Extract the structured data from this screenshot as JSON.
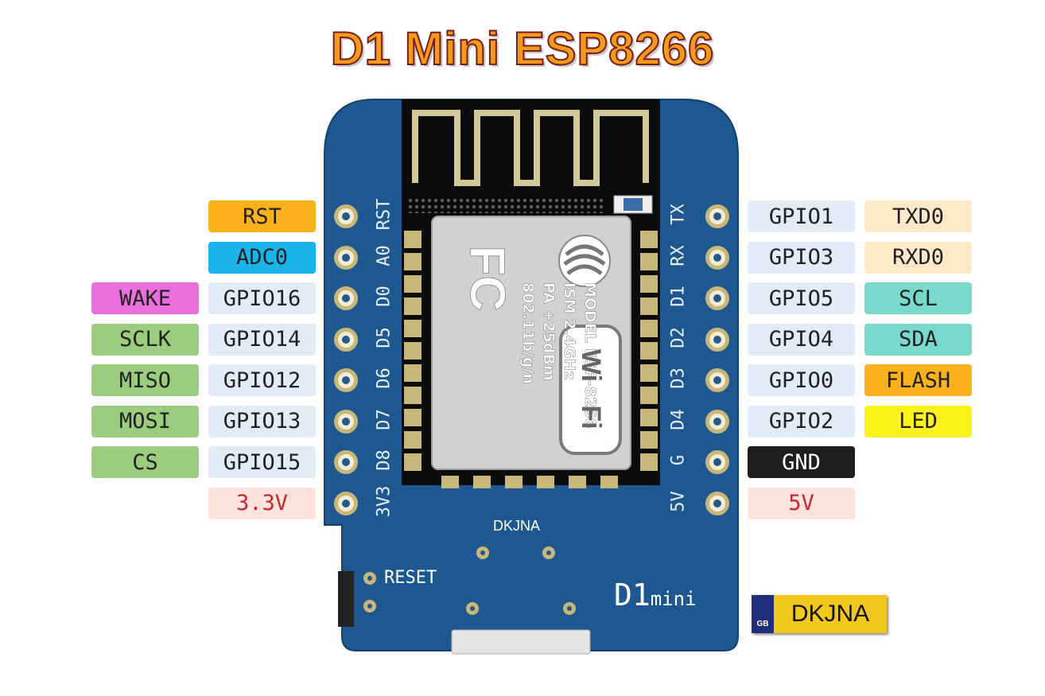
{
  "title": "D1 Mini ESP8266",
  "left_pins": [
    {
      "silk": "RST",
      "gpio": "",
      "func": "RST",
      "func_color": "#fbb11c",
      "gpio_color": ""
    },
    {
      "silk": "A0",
      "gpio": "",
      "func": "ADC0",
      "func_color": "#18b4ea",
      "gpio_color": ""
    },
    {
      "silk": "D0",
      "gpio": "GPIO16",
      "func": "WAKE",
      "func_color": "#ea6fdc",
      "gpio_color": "#e2ecf6"
    },
    {
      "silk": "D5",
      "gpio": "GPIO14",
      "func": "SCLK",
      "func_color": "#9ccd7e",
      "gpio_color": "#e2ecf6"
    },
    {
      "silk": "D6",
      "gpio": "GPIO12",
      "func": "MISO",
      "func_color": "#9ccd7e",
      "gpio_color": "#e2ecf6"
    },
    {
      "silk": "D7",
      "gpio": "GPIO13",
      "func": "MOSI",
      "func_color": "#9ccd7e",
      "gpio_color": "#e2ecf6"
    },
    {
      "silk": "D8",
      "gpio": "GPIO15",
      "func": "CS",
      "func_color": "#9ccd7e",
      "gpio_color": "#e2ecf6"
    },
    {
      "silk": "3V3",
      "gpio": "3.3V",
      "func": "",
      "func_color": "",
      "gpio_color": "#fde3dc"
    }
  ],
  "right_pins": [
    {
      "silk": "TX",
      "gpio": "GPIO1",
      "func": "TXD0",
      "func_color": "#fde9c8",
      "gpio_color": "#e2ecf6"
    },
    {
      "silk": "RX",
      "gpio": "GPIO3",
      "func": "RXD0",
      "func_color": "#fde9c8",
      "gpio_color": "#e2ecf6"
    },
    {
      "silk": "D1",
      "gpio": "GPIO5",
      "func": "SCL",
      "func_color": "#7ad9cd",
      "gpio_color": "#e2ecf6"
    },
    {
      "silk": "D2",
      "gpio": "GPIO4",
      "func": "SDA",
      "func_color": "#7ad9cd",
      "gpio_color": "#e2ecf6"
    },
    {
      "silk": "D3",
      "gpio": "GPIO0",
      "func": "FLASH",
      "func_color": "#fbb11c",
      "gpio_color": "#e2ecf6"
    },
    {
      "silk": "D4",
      "gpio": "GPIO2",
      "func": "LED",
      "func_color": "#fbf21c",
      "gpio_color": "#e2ecf6"
    },
    {
      "silk": "G",
      "gpio": "GND",
      "func": "",
      "func_color": "",
      "gpio_color": "#1e1e1e"
    },
    {
      "silk": "5V",
      "gpio": "5V",
      "func": "",
      "func_color": "",
      "gpio_color": "#fde3dc"
    }
  ],
  "module": {
    "model": "MODEL",
    "chip": "ESP-8266",
    "band": "ISM 2.4GHz",
    "power": "PA +25dBm",
    "std": "802.11b/g/n",
    "fc": "FC",
    "wifi_top": "Wi",
    "wifi_bottom": "Fi"
  },
  "board": {
    "brand": "DKJNA",
    "reset": "RESET",
    "name_big": "D1",
    "name_small": "mini",
    "color": "#1d5891"
  },
  "badge": {
    "flag": "GB",
    "name": "DKJNA"
  }
}
